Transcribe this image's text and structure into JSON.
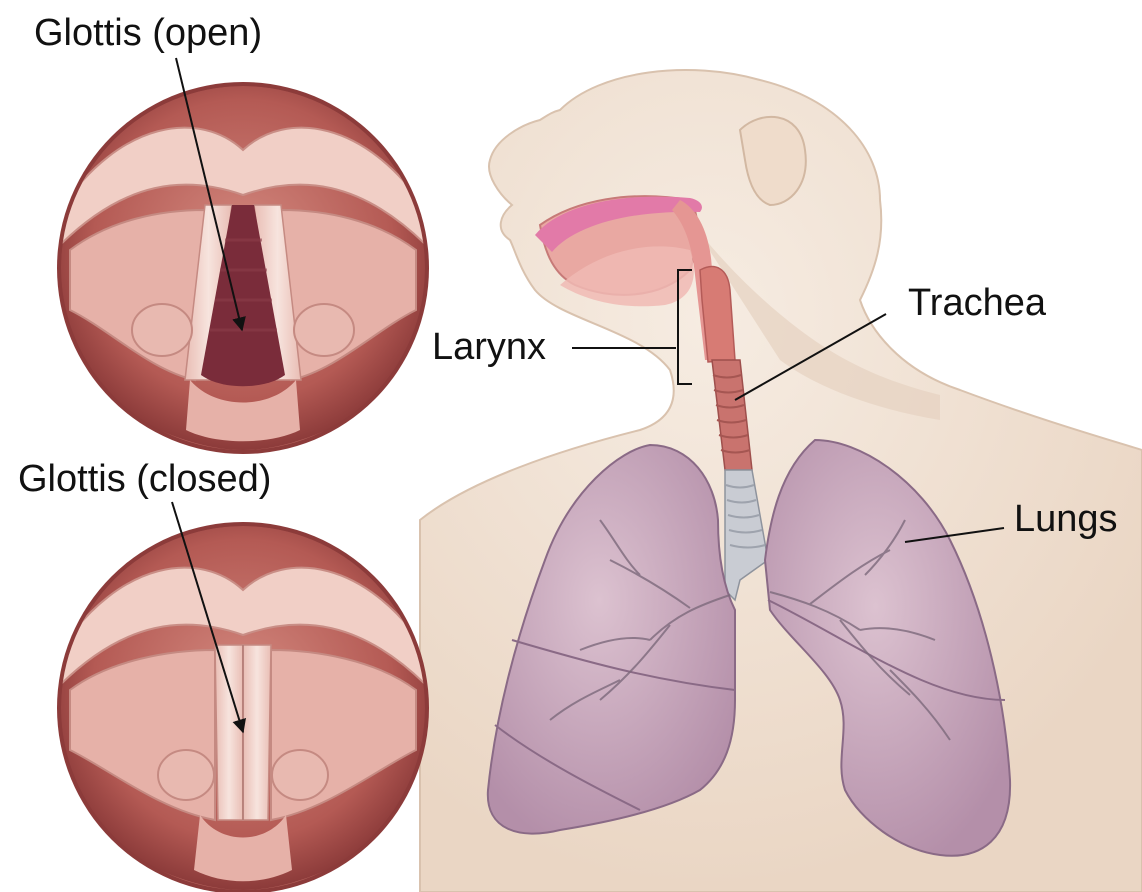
{
  "labels": {
    "glottis_open": "Glottis (open)",
    "glottis_closed": "Glottis (closed)",
    "larynx": "Larynx",
    "trachea": "Trachea",
    "lungs": "Lungs"
  },
  "colors": {
    "skin": "#f1e3d6",
    "skin_shadow": "#e3cdb9",
    "circle_rim": "#9c4a46",
    "circle_inner": "#c46e67",
    "vocal_fold": "#f3d6cf",
    "glottis_dark": "#7a2c3a",
    "oral_pink": "#e27aa8",
    "tongue": "#e8a2a0",
    "trachea": "#c9736e",
    "bronchus": "#c9ccd3",
    "lung": "#c8a6bb",
    "lung_edge": "#8a6a86",
    "line": "#111111"
  }
}
